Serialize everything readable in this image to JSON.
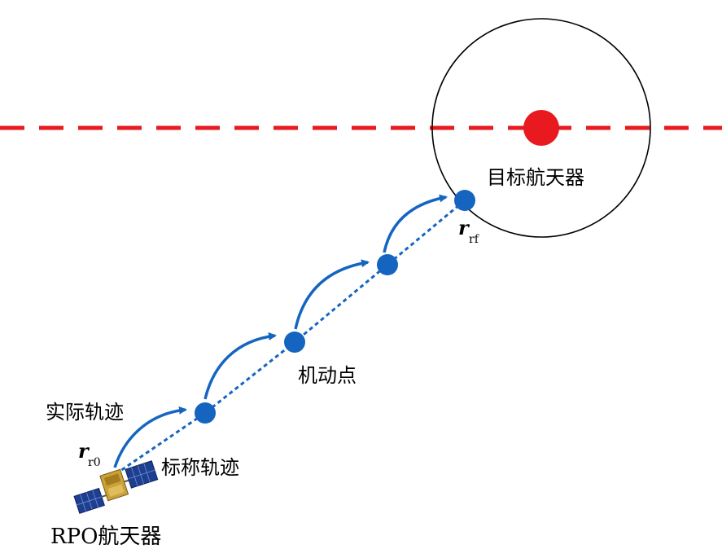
{
  "labels": {
    "target": "目标航天器",
    "maneuver_point": "机动点",
    "actual_trajectory": "实际轨迹",
    "nominal_trajectory": "标称轨迹",
    "rpo_spacecraft": "RPO航天器",
    "r0_main": "r",
    "r0_sub": "r0",
    "rf_main": "r",
    "rf_sub": "rf"
  },
  "colors": {
    "orbit_line": "#e8191f",
    "target_dot": "#e8191f",
    "node": "#1565c0",
    "arc": "#1565c0",
    "circle": "#000000"
  },
  "icons": {
    "spacecraft": "satellite-icon"
  }
}
